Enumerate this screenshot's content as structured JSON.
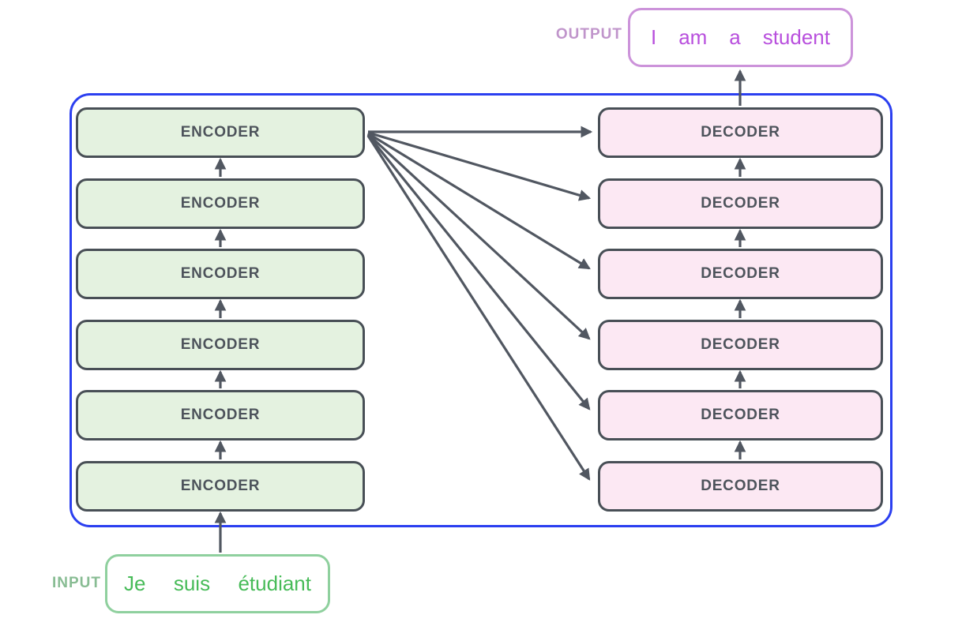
{
  "colors": {
    "container_border": "#2b3ff0",
    "box_border": "#484f56",
    "box_text": "#4d535b",
    "arrow": "#515761",
    "encoder_fill": "#e4f2e0",
    "decoder_fill": "#fce8f3",
    "output_border": "#cc93da",
    "output_text": "#b84fdd",
    "output_label": "#c095cb",
    "input_border": "#8fd09e",
    "input_text": "#47bb58",
    "input_label": "#88bc93"
  },
  "output": {
    "label": "OUTPUT",
    "words": [
      "I",
      "am",
      "a",
      "student"
    ]
  },
  "input": {
    "label": "INPUT",
    "words": [
      "Je",
      "suis",
      "étudiant"
    ]
  },
  "encoder_stack": {
    "items": [
      {
        "label": "ENCODER"
      },
      {
        "label": "ENCODER"
      },
      {
        "label": "ENCODER"
      },
      {
        "label": "ENCODER"
      },
      {
        "label": "ENCODER"
      },
      {
        "label": "ENCODER"
      }
    ]
  },
  "decoder_stack": {
    "items": [
      {
        "label": "DECODER"
      },
      {
        "label": "DECODER"
      },
      {
        "label": "DECODER"
      },
      {
        "label": "DECODER"
      },
      {
        "label": "DECODER"
      },
      {
        "label": "DECODER"
      }
    ]
  }
}
